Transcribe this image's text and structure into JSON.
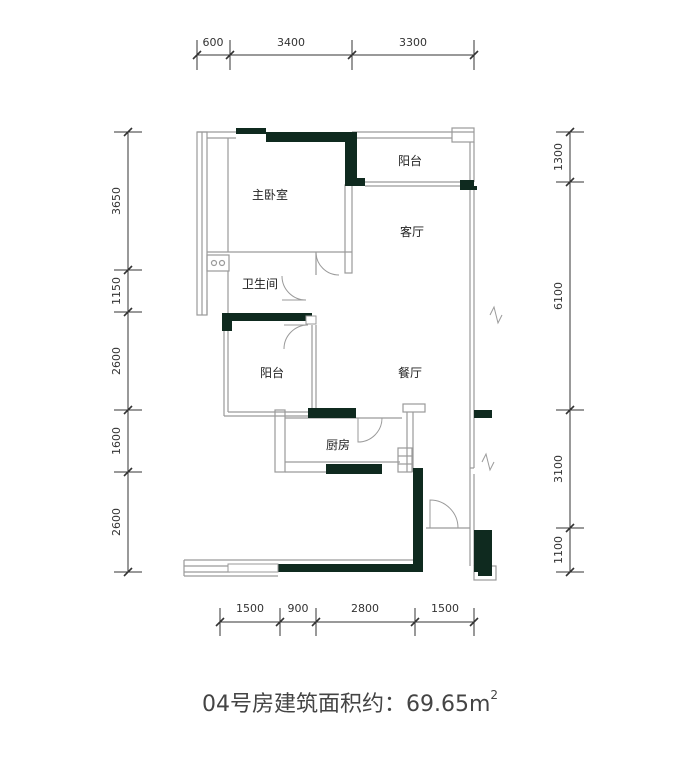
{
  "dimensions": {
    "top": [
      "600",
      "3400",
      "3300"
    ],
    "bottom": [
      "1500",
      "900",
      "2800",
      "1500"
    ],
    "left": [
      "3650",
      "1150",
      "2600",
      "1600",
      "2600"
    ],
    "right": [
      "1300",
      "6100",
      "3100",
      "1100"
    ]
  },
  "rooms": {
    "master_bedroom": "主卧室",
    "balcony_top": "阳台",
    "living_room": "客厅",
    "bathroom": "卫生间",
    "balcony_middle": "阳台",
    "dining_room": "餐厅",
    "kitchen": "厨房"
  },
  "caption": {
    "text": "04号房建筑面积约：69.65m",
    "superscript": "2"
  },
  "colors": {
    "wall": "#0f2a1f",
    "thin_line": "#9a9a9a",
    "dimension": "#333333"
  }
}
